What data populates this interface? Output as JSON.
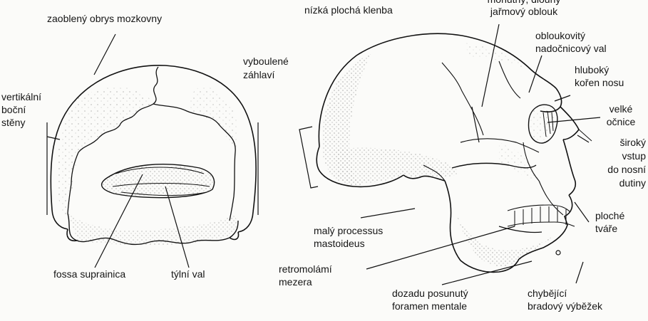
{
  "labels": {
    "zaobleny": "zaoblený obrys mozkovny",
    "vertikalni": [
      "vertikální",
      "boční",
      "stěny"
    ],
    "fossa": "fossa suprainica",
    "tylni_val": "týlní val",
    "nizka_klenba": "nízká plochá klenba",
    "jarmovy": [
      "mohutný, dlouhý",
      "jařmový oblouk"
    ],
    "nadocnicovy": [
      "obloukovitý",
      "nadočnicový val"
    ],
    "hluboky": [
      "hluboký",
      "kořen nosu"
    ],
    "ocnice": [
      "velké",
      "očnice"
    ],
    "vstup": [
      "široký",
      "vstup",
      "do nosní",
      "dutiny"
    ],
    "zahlavi": [
      "vyboulené",
      "záhlaví"
    ],
    "tvare": [
      "ploché",
      "tváře"
    ],
    "mastoideus": [
      "malý processus",
      "mastoideus"
    ],
    "retromolarni": [
      "retromolámí",
      "mezera"
    ],
    "foramen": [
      "dozadu posunutý",
      "foramen mentale"
    ],
    "bradovy": [
      "chybějící",
      "bradový výběžek"
    ]
  }
}
